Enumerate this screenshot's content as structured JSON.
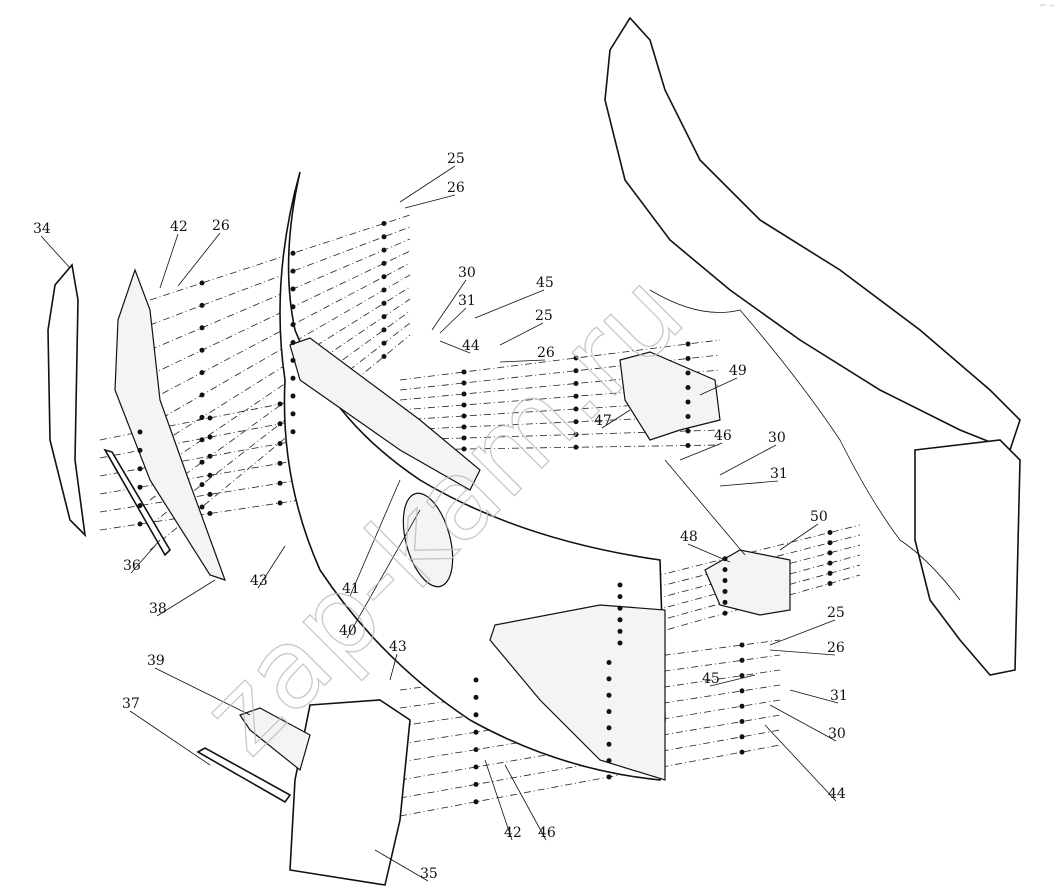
{
  "diagram": {
    "type": "exploded parts diagram - front bumper assembly",
    "callouts": [
      "25",
      "26",
      "34",
      "42",
      "26",
      "30",
      "31",
      "45",
      "25",
      "26",
      "44",
      "49",
      "47",
      "46",
      "30",
      "31",
      "50",
      "48",
      "36",
      "43",
      "41",
      "38",
      "40",
      "25",
      "26",
      "43",
      "39",
      "37",
      "45",
      "31",
      "30",
      "44",
      "42",
      "46",
      "35"
    ],
    "watermark": "zap-kam.ru",
    "corner_mark": "⌐ ‒"
  }
}
